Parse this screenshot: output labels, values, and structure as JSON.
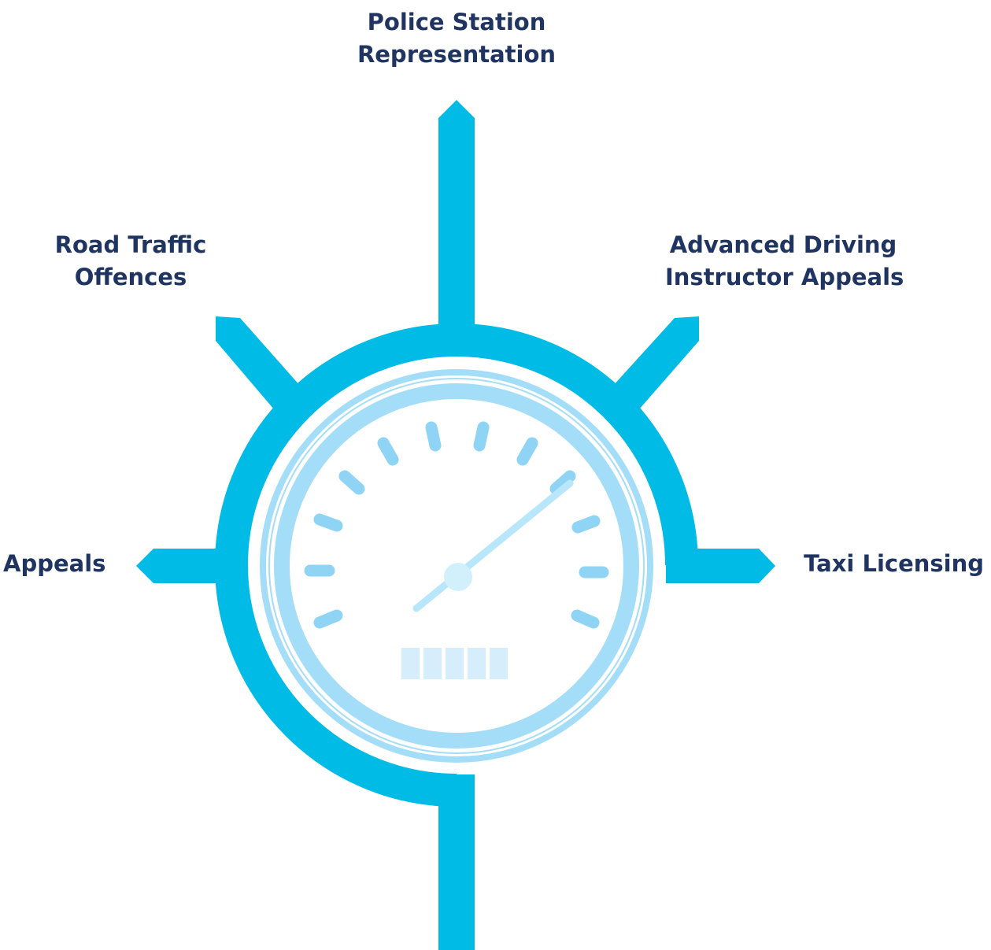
{
  "colors": {
    "frame": "#00bbe6",
    "gauge_ring": "#a4ddf7",
    "gauge_ticks": "#8fd4f5",
    "needle": "#b8e6fb",
    "odometer": "#d6eefb",
    "label_text": "#1f3461"
  },
  "labels": {
    "police_station": {
      "line1": "Police Station",
      "line2": "Representation"
    },
    "road_traffic": {
      "line1": "Road Traffic",
      "line2": "Offences"
    },
    "advanced_driving": {
      "line1": "Advanced Driving",
      "line2": "Instructor Appeals"
    },
    "appeals": "Appeals",
    "taxi_licensing": "Taxi Licensing"
  },
  "gauge": {
    "icon": "speedometer-icon",
    "tick_count": 12,
    "odometer_digit_count": 5
  }
}
